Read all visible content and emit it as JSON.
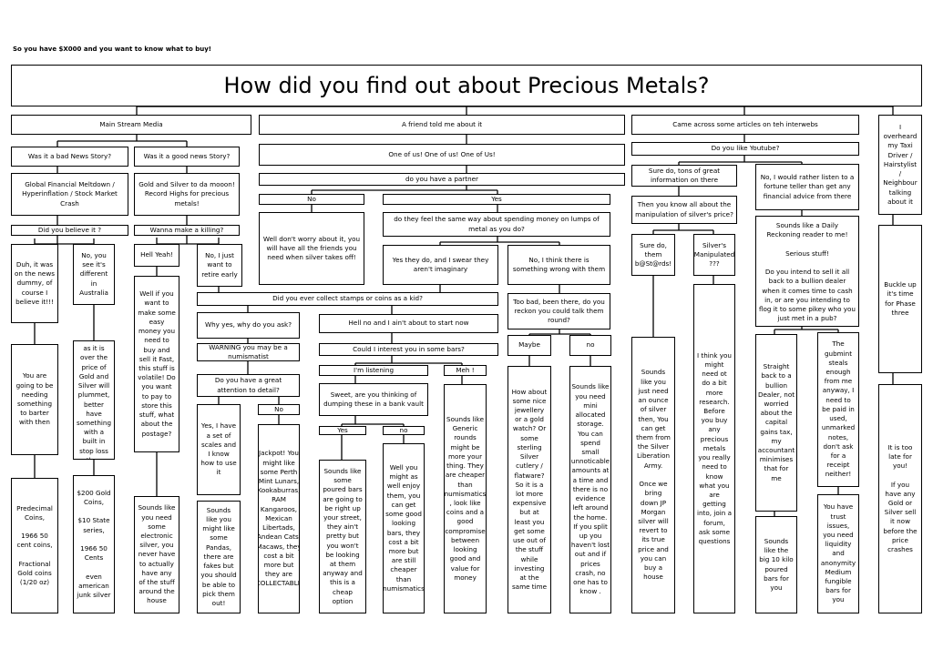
{
  "caption": "So you have $X000 and you want to know what to buy!",
  "title": "How did you find out about Precious Metals?",
  "nodes": {
    "n01": "Main Stream Media",
    "n02": "A friend told me about it",
    "n03": "Came across some articles on teh interwebs",
    "n04": "I overheard my Taxi Driver / Hairstylist / Neighbour talking about it",
    "n05": "Was it a bad News Story?",
    "n06": "Was it a good news Story?",
    "n07": "One of us! One of us! One of Us!",
    "n08": "Do you like Youtube?",
    "n09": "Global Financial Meltdown / Hyperinflation / Stock Market Crash",
    "n10": "Gold and Silver to da mooon! Record Highs for precious metals!",
    "n11": "do you have a partner",
    "n12": "Sure do, tons of great information on there",
    "n13": "No, I would rather listen to a fortune teller than get any financial advice from there",
    "n14": "No",
    "n15": "Yes",
    "n16": "Then you know all about the manipulation of silver's price?",
    "n17": "Did you believe it ?",
    "n18": "Wanna make a killing?",
    "n19": "Well don't worry about it, you will have all the friends you need when silver takes off!",
    "n20": "do they feel the same way about spending money on lumps of metal as you do?",
    "n21": "Sounds like a Daily Reckoning reader to me!\n\nSerious stuff!\n\nDo you intend to sell it all back to a bullion dealer when it comes time to cash in, or are you intending to flog it to some pikey who you just met in a pub?",
    "n22": "Duh, it was on the news dummy, of course I believe it!!!",
    "n23": "No, you see it's different in Australia",
    "n24": "Hell Yeah!",
    "n25": "No, I just want to retire early",
    "n26": "Yes they do, and I swear they aren't imaginary",
    "n27": "No, I think there is something wrong with them",
    "n28": "Sure do, them b@St@rds!",
    "n29": "Silver's Manipulated ???",
    "n30": "Buckle up it's time for Phase three",
    "n31": "Did you ever collect stamps or coins as a kid?",
    "n32": "Too bad, been there, do you reckon you could talk them round?",
    "n33": "Well if you want to make some easy money you need to buy and sell it Fast, this stuff is volatile! Do you want to pay to store this stuff, what about the postage?",
    "n34": "Why yes, why do you ask?",
    "n35": "Hell no and I ain't about to start now",
    "n36": "As soon as it is over the price of Gold and Silver will plummet, better have something with a built in stop loss then",
    "n37": "WARNING you may be a numismatist",
    "n38": "Could I interest you in some bars?",
    "n39": "Maybe",
    "n40": "no",
    "n41": "You are going to be needing something to barter with then",
    "n42": "I'm listening",
    "n43": "Meh !",
    "n44": "Do you have a great attention to detail?",
    "n45": "Sweet, are you thinking of dumping these in a bank vault",
    "n46": "No",
    "n47": "Yes",
    "n48": "no",
    "n49": "Sounds like you just need an ounce of silver then, You can get them from the Silver Liberation Army.\n\nOnce we bring down JP Morgan silver will revert to its true price and you can buy a house",
    "n50": "I think you might need ot do a bit more research. Before you buy any precious metals you really need to know what you are getting into, join a forum, ask some questions",
    "n51": "Straight back to a bullion Dealer, not worried about the capital gains tax, my accountant minimises that for me",
    "n52": "The gubmint steals enough from me anyway, I need to be paid in used, unmarked notes, don't ask for a receipt neither!",
    "n53": "How about some nice jewellery or a gold watch? Or some sterling Silver cutlery / flatware? So it is a lot more expensive but at least you get some use out of the stuff while investing at the same time",
    "n54": "Sounds like you need mini allocated storage. You can spend small unnoticable amounts at a time and there is no evidence left around the home. If you split up you haven't lost out and if prices crash, no one has to know .",
    "n55": "Yes, I have a set of scales and I know how to use it",
    "n56": "Jackpot! You might like some Perth Mint Lunars, Kookaburras, RAM Kangaroos, Mexican Libertads, Andean Cats, Macaws, they cost a bit more but they are COLLECTABLE",
    "n57": "Sounds like some poured bars are going to be right up your street, they ain't pretty but you won't be looking at them anyway and this is a cheap option",
    "n58": "Well you might as well enjoy them, you can get some good looking bars, they cost a bit more but are still cheaper than numismatics",
    "n59": "Sounds like Generic rounds might be more your thing. They are cheaper than numismatics , look like coins and a good compromise between looking good and value for money",
    "n60": "It is too late for you!\n\nIf you have any Gold or Silver sell it now before the price crashes",
    "n61": "Predecimal Coins,\n\n1966 50 cent coins,\n\nFractional Gold coins (1/20 oz)",
    "n62": "$200 Gold Coins,\n\n$10 State series,\n\n1966 50 Cents\n\neven american junk silver",
    "n63": "Sounds like you need some electronic silver, you never have to actually have any of the stuff around the house",
    "n64": "Sounds like you might like some Pandas, there are fakes but you should be able to pick them out!",
    "n65": "Sounds like the big 10 kilo poured bars for you",
    "n66": "You have trust issues, you need liquidity and anonymity Medium fungible bars for you"
  }
}
